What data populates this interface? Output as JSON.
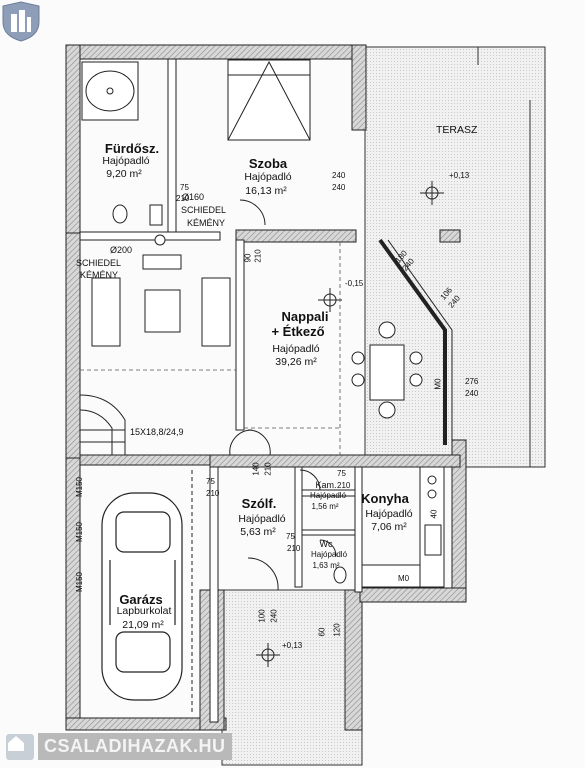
{
  "rooms": {
    "bathroom": {
      "name": "Fürdősz.",
      "floor": "Hajópadló",
      "area": "9,20 m²"
    },
    "bedroom": {
      "name": "Szoba",
      "floor": "Hajópadló",
      "area": "16,13 m²"
    },
    "terrace": {
      "name": "TERASZ"
    },
    "living": {
      "name_line1": "Nappali",
      "name_line2": "+ Étkező",
      "floor": "Hajópadló",
      "area": "39,26 m²"
    },
    "pantry": {
      "name": "Szólf.",
      "floor": "Hajópadló",
      "area": "5,63 m²"
    },
    "storage": {
      "name": "Kam.",
      "floor": "Hajópadló",
      "area": "1,56 m²"
    },
    "kitchen": {
      "name": "Konyha",
      "floor": "Hajópadló",
      "area": "7,06 m²"
    },
    "wc": {
      "name": "Wc",
      "floor": "Hajópadló",
      "area": "1,63 m²"
    },
    "garage": {
      "name": "Garázs",
      "floor": "Lapburkolat",
      "area": "21,09 m²"
    }
  },
  "annotations": {
    "chimney1_size": "Ø160",
    "chimney1_line1": "SCHIEDEL",
    "chimney1_line2": "KÉMÉNY",
    "chimney2_size": "Ø200",
    "chimney2_line1": "SCHIEDEL",
    "chimney2_line2": "KÉMÉNY",
    "stairs": "15X18,8/24,9",
    "level_terrace": "+0,13",
    "level_living": "-0,15",
    "level_entry": "+0,13"
  },
  "dimensions": {
    "d75a": "75",
    "d210a": "210",
    "d240a": "240",
    "d240b": "240",
    "d90": "90",
    "d210b": "210",
    "d180": "180",
    "d240c": "240",
    "d106": "106",
    "d240d": "240",
    "d276": "276",
    "d240e": "240",
    "d75b": "75",
    "d210c": "210",
    "d140": "140",
    "d210d": "210",
    "d75c": "75",
    "d210e": "210",
    "d75d": "75",
    "d210f": "210",
    "d100": "100",
    "d240f": "240",
    "d60": "60",
    "d120": "120",
    "m150a": "M150",
    "m150b": "M150",
    "m150c": "M150",
    "m0a": "M0",
    "m0b": "M0",
    "n40": "40"
  },
  "brand": {
    "name": "CSALADIHAZAK.HU"
  }
}
